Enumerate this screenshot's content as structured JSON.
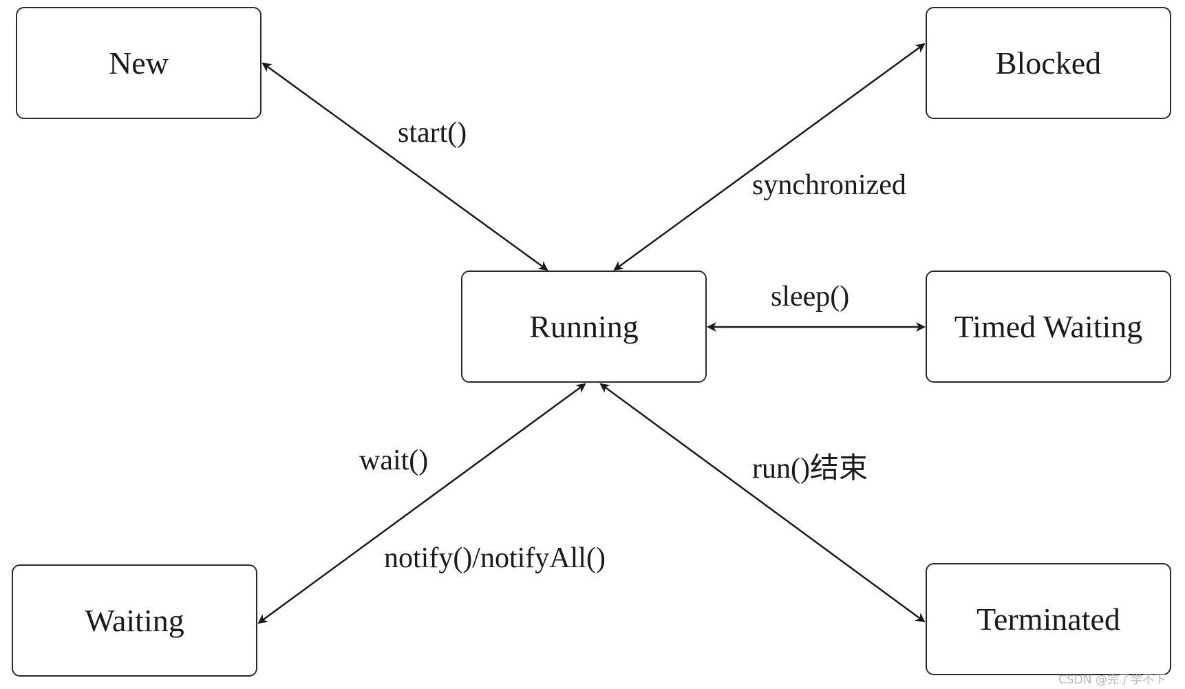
{
  "states": {
    "new": "New",
    "blocked": "Blocked",
    "running": "Running",
    "timed_waiting": "Timed Waiting",
    "waiting": "Waiting",
    "terminated": "Terminated"
  },
  "transitions": {
    "start": "start()",
    "synchronized": "synchronized",
    "sleep": "sleep()",
    "wait": "wait()",
    "notify": "notify()/notifyAll()",
    "run_end": "run()结束"
  },
  "watermark": "CSDN @完了学不下",
  "colors": {
    "line": "#1a1a1a",
    "background": "#ffffff"
  }
}
